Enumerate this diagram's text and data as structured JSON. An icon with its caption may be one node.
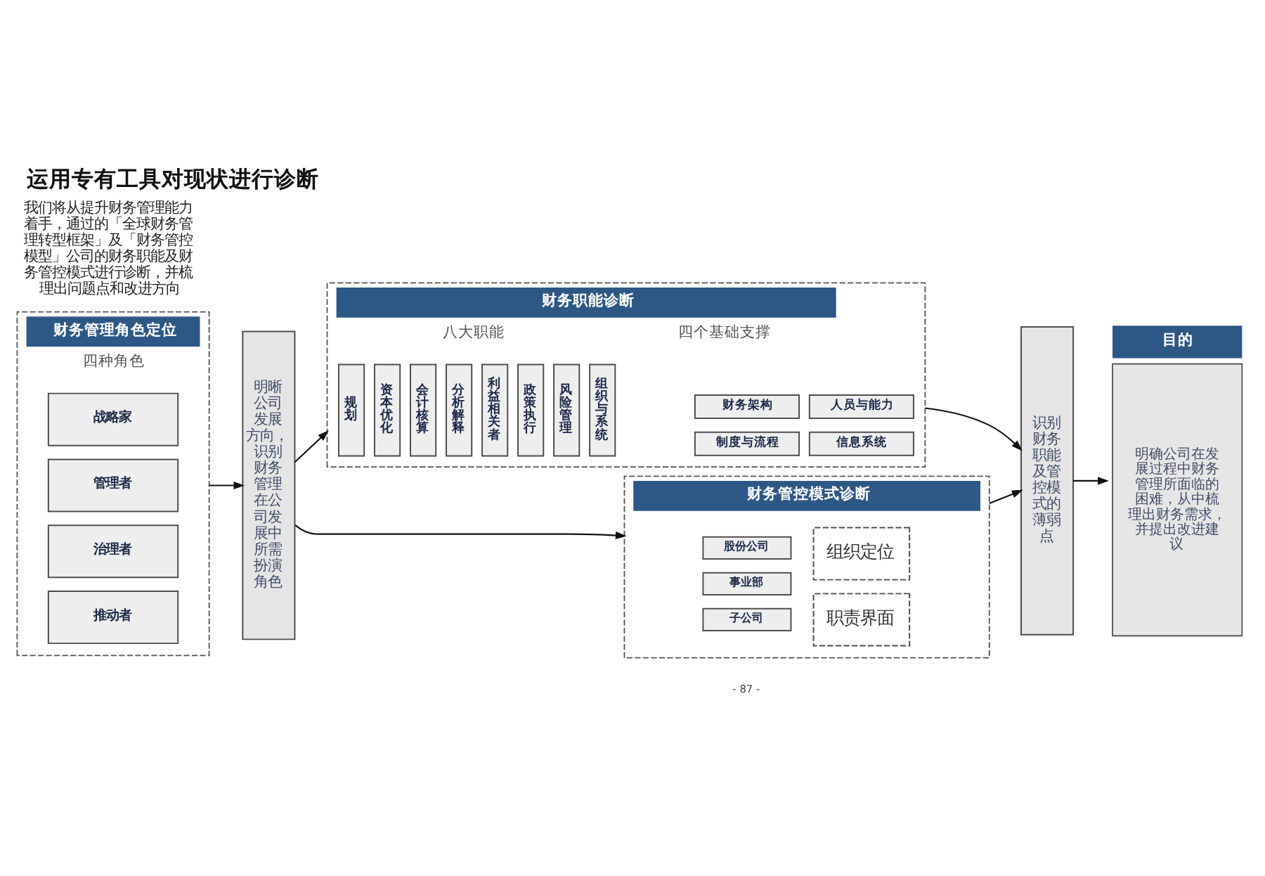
{
  "diagram": {
    "title": "运用专有工具对现状进行诊断",
    "nodes": [
      {
        "text": [
          "财务管理角色定位",
          "四种角色"
        ]
      },
      {
        "text": [
          "战略家"
        ],
        "in": 0
      },
      {
        "text": [
          "管理者"
        ],
        "in": 0
      },
      {
        "text": [
          "治理者"
        ],
        "in": 0
      },
      {
        "text": [
          "推动者"
        ],
        "in": 0
      },
      {
        "text": [
          "明晰公司发展方向，识别财务管理在公司发展中所需扮演角色"
        ]
      },
      {
        "text": [
          "财务职能诊断",
          "八大职能",
          "四个基础支撑"
        ]
      },
      {
        "text": [
          "规划"
        ],
        "in": 6
      },
      {
        "text": [
          "资本优化"
        ],
        "in": 6
      },
      {
        "text": [
          "会计核算"
        ],
        "in": 6
      },
      {
        "text": [
          "分析解释"
        ],
        "in": 6
      },
      {
        "text": [
          "利益相关者"
        ],
        "in": 6
      },
      {
        "text": [
          "政策执行"
        ],
        "in": 6
      },
      {
        "text": [
          "风险管理"
        ],
        "in": 6
      },
      {
        "text": [
          "组织与系统"
        ],
        "in": 6
      },
      {
        "text": [
          "财务架构"
        ],
        "in": 6
      },
      {
        "text": [
          "人员与能力"
        ],
        "in": 6
      },
      {
        "text": [
          "制度与流程"
        ],
        "in": 6
      },
      {
        "text": [
          "信息系统"
        ],
        "in": 6
      },
      {
        "text": [
          "财务管控模式诊断"
        ]
      },
      {
        "text": [
          "股份公司"
        ],
        "in": 19
      },
      {
        "text": [
          "事业部"
        ],
        "in": 19
      },
      {
        "text": [
          "子公司"
        ],
        "in": 19
      },
      {
        "text": [
          "组织定位"
        ],
        "in": 19
      },
      {
        "text": [
          "职责界面"
        ],
        "in": 19
      },
      {
        "text": [
          "识别财务职能及管控模式的薄弱点"
        ]
      },
      {
        "text": [
          "目的",
          "明确公司在发展过程中财务管理所面临的困难，从中梳理出财务需求，并提出改进建议"
        ]
      }
    ],
    "edges": [
      {
        "from": 0,
        "to": 5,
        "arrow": "to"
      },
      {
        "from": 5,
        "to": 6,
        "arrow": "to"
      },
      {
        "from": 5,
        "to": 19,
        "arrow": "to"
      },
      {
        "from": 6,
        "to": 25,
        "arrow": "to"
      },
      {
        "from": 19,
        "to": 25,
        "arrow": "to"
      },
      {
        "from": 25,
        "to": 26,
        "arrow": "to"
      }
    ],
    "labels": [
      "我们将从提升财务管理能力着手，通过的「全球财务管理转型框架」及「财务管控模型」公司的财务职能及财务管控模式进行诊断，并梳理出问题点和改进方向",
      "- 87 -"
    ]
  }
}
